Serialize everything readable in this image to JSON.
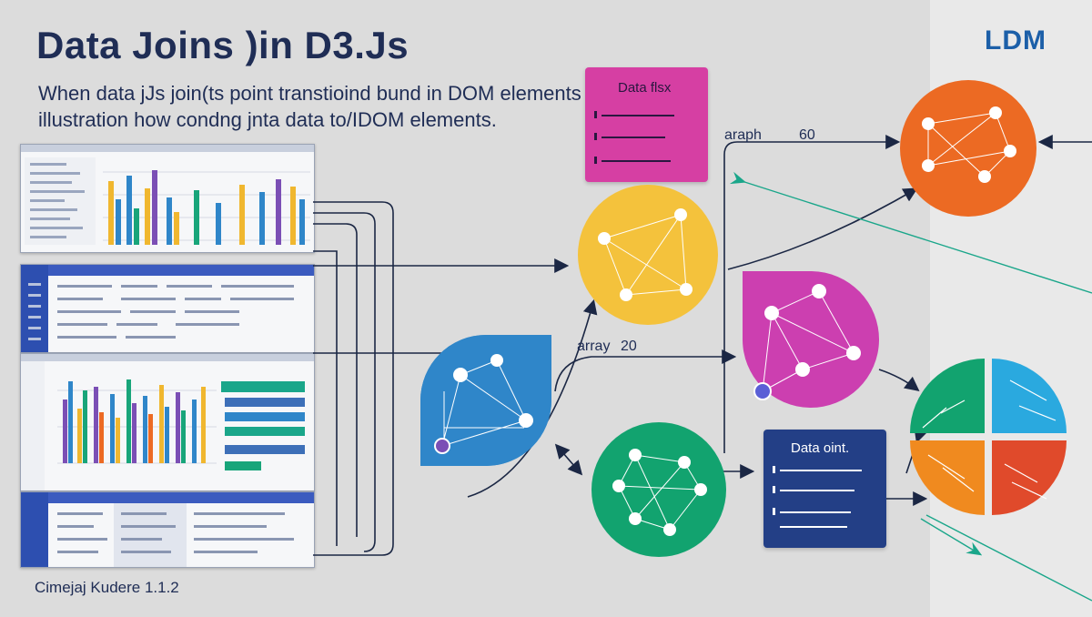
{
  "title": "Data Joins )in D3.Js",
  "subtitle_line1": "When data jJs join(ts point transtioind bund in DOM elements",
  "subtitle_line2": "illustration how condng jnta data to/IDOM elements.",
  "logo": "LDM",
  "footer": "Cimejaj Kudere 1.1.2",
  "cards": {
    "data_files": {
      "title": "Data flsx",
      "color": "#d63fa3"
    },
    "data_point": {
      "title": "Data oint.",
      "color": "#233f86"
    }
  },
  "labels": {
    "graph_label": "araph",
    "graph_value": "60",
    "array_label": "array",
    "array_value": "20"
  },
  "colors": {
    "orange": "#ec6a23",
    "yellow": "#f4c23c",
    "magenta": "#cc3fb0",
    "blue": "#2f86c9",
    "green": "#12a36f",
    "navy": "#1b2744",
    "teal": "#1aa68a"
  },
  "icons": [
    "node-icon",
    "arrow-icon"
  ]
}
